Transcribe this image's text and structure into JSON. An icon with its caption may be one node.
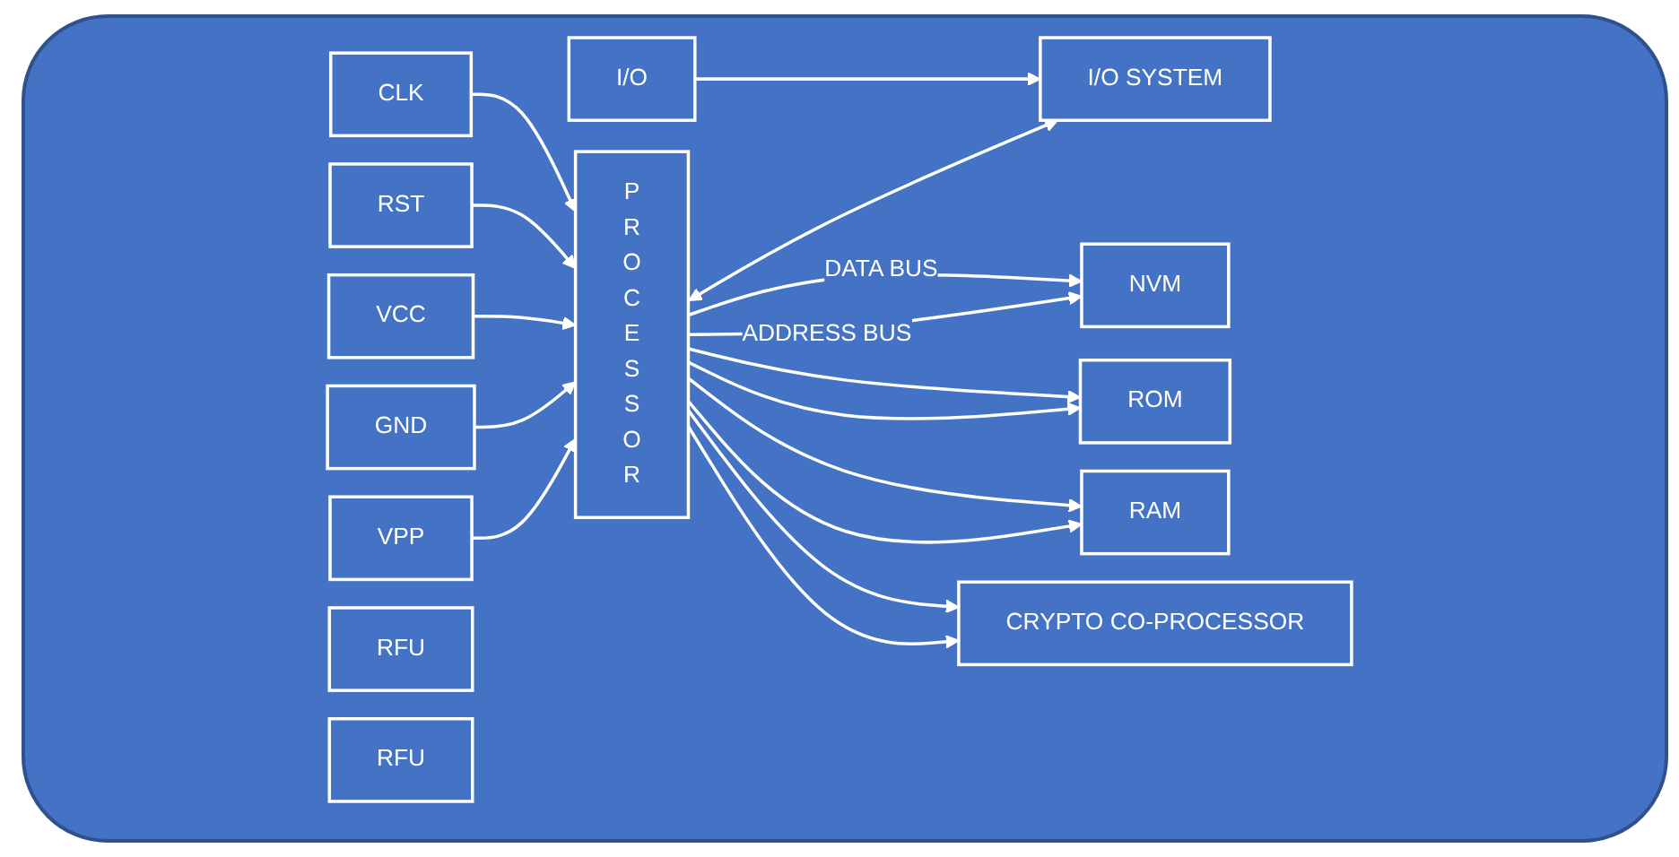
{
  "diagram": {
    "nodes": [
      {
        "text": [
          "VCC"
        ]
      },
      {
        "text": [
          "GND"
        ]
      },
      {
        "text": [
          "RST"
        ]
      },
      {
        "text": [
          "VPP"
        ]
      },
      {
        "text": [
          "CLK"
        ]
      },
      {
        "text": [
          "I/O"
        ]
      },
      {
        "text": [
          "RFU"
        ]
      },
      {
        "text": [
          "RFU"
        ]
      },
      {
        "text": [
          "PROCESSOR"
        ]
      },
      {
        "text": [
          "NVM"
        ]
      },
      {
        "text": [
          "ROM"
        ]
      },
      {
        "text": [
          "RAM"
        ]
      },
      {
        "text": [
          "CRYPTO CO-PROCESSOR"
        ]
      },
      {
        "text": [
          "I/O SYSTEM"
        ]
      }
    ],
    "edges": [
      {
        "from": 4,
        "to": 8,
        "arrow": "to"
      },
      {
        "from": 2,
        "to": 8,
        "arrow": "to"
      },
      {
        "from": 0,
        "to": 8,
        "arrow": "to"
      },
      {
        "from": 1,
        "to": 8,
        "arrow": "to"
      },
      {
        "from": 3,
        "to": 8,
        "arrow": "to"
      },
      {
        "from": 5,
        "to": 13,
        "arrow": "to"
      },
      {
        "from": 8,
        "to": 13,
        "arrow": "both"
      },
      {
        "from": 8,
        "to": 9,
        "arrow": "to",
        "label": "DATA BUS"
      },
      {
        "from": 8,
        "to": 10,
        "arrow": "to"
      },
      {
        "from": 8,
        "to": 11,
        "arrow": "to"
      },
      {
        "from": 8,
        "to": 12,
        "arrow": "to"
      },
      {
        "from": 8,
        "to": 9,
        "arrow": "to",
        "label": "ADDRESS BUS"
      },
      {
        "from": 8,
        "to": 10,
        "arrow": "to"
      },
      {
        "from": 8,
        "to": 11,
        "arrow": "to"
      },
      {
        "from": 8,
        "to": 12,
        "arrow": "to"
      }
    ]
  }
}
